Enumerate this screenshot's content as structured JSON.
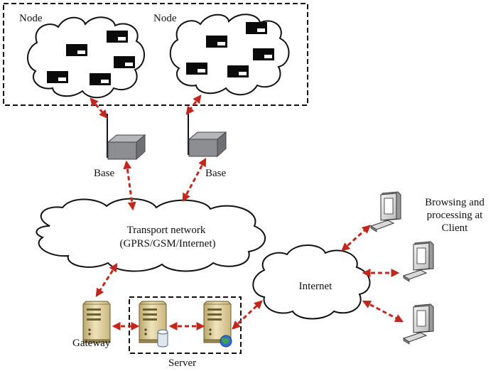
{
  "labels": {
    "node_left": "Node",
    "node_right": "Node",
    "base_left": "Base",
    "base_right": "Base",
    "transport_line1": "Transport network",
    "transport_line2": "(GPRS/GSM/Internet)",
    "internet": "Internet",
    "client_line1": "Browsing and",
    "client_line2": "processing at",
    "client_line3": "Client",
    "gateway": "Gateway",
    "server": "Server"
  },
  "colors": {
    "link_arrow": "#c0281e",
    "cloud_outline": "#111111",
    "base_box": "#8c8e92",
    "server_tower": "#d8c690"
  },
  "icons": {
    "sensor_node": "sensor-node-icon",
    "base_station": "base-station-icon",
    "server": "server-tower-icon",
    "database": "database-icon",
    "globe": "globe-icon",
    "client": "computer-icon"
  }
}
